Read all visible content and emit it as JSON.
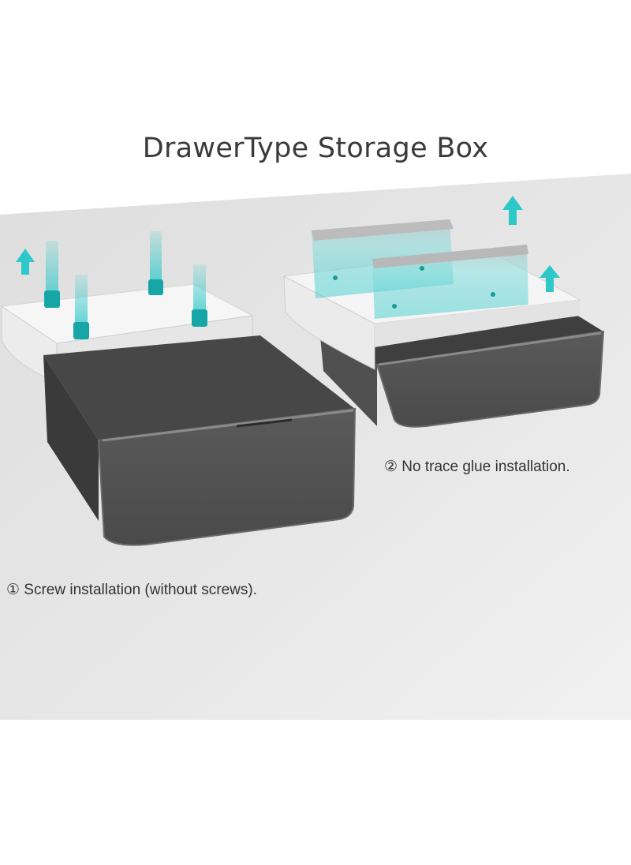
{
  "title": "DrawerType Storage Box",
  "captions": {
    "screw": "① Screw installation (without screws).",
    "glue": "② No trace glue installation."
  },
  "colors": {
    "accent_cyan": "#2ec8c8",
    "drawer_smoke": "#4a4a4a",
    "mount_white": "#f4f4f4"
  },
  "icons": [
    "up-arrow-icon"
  ]
}
